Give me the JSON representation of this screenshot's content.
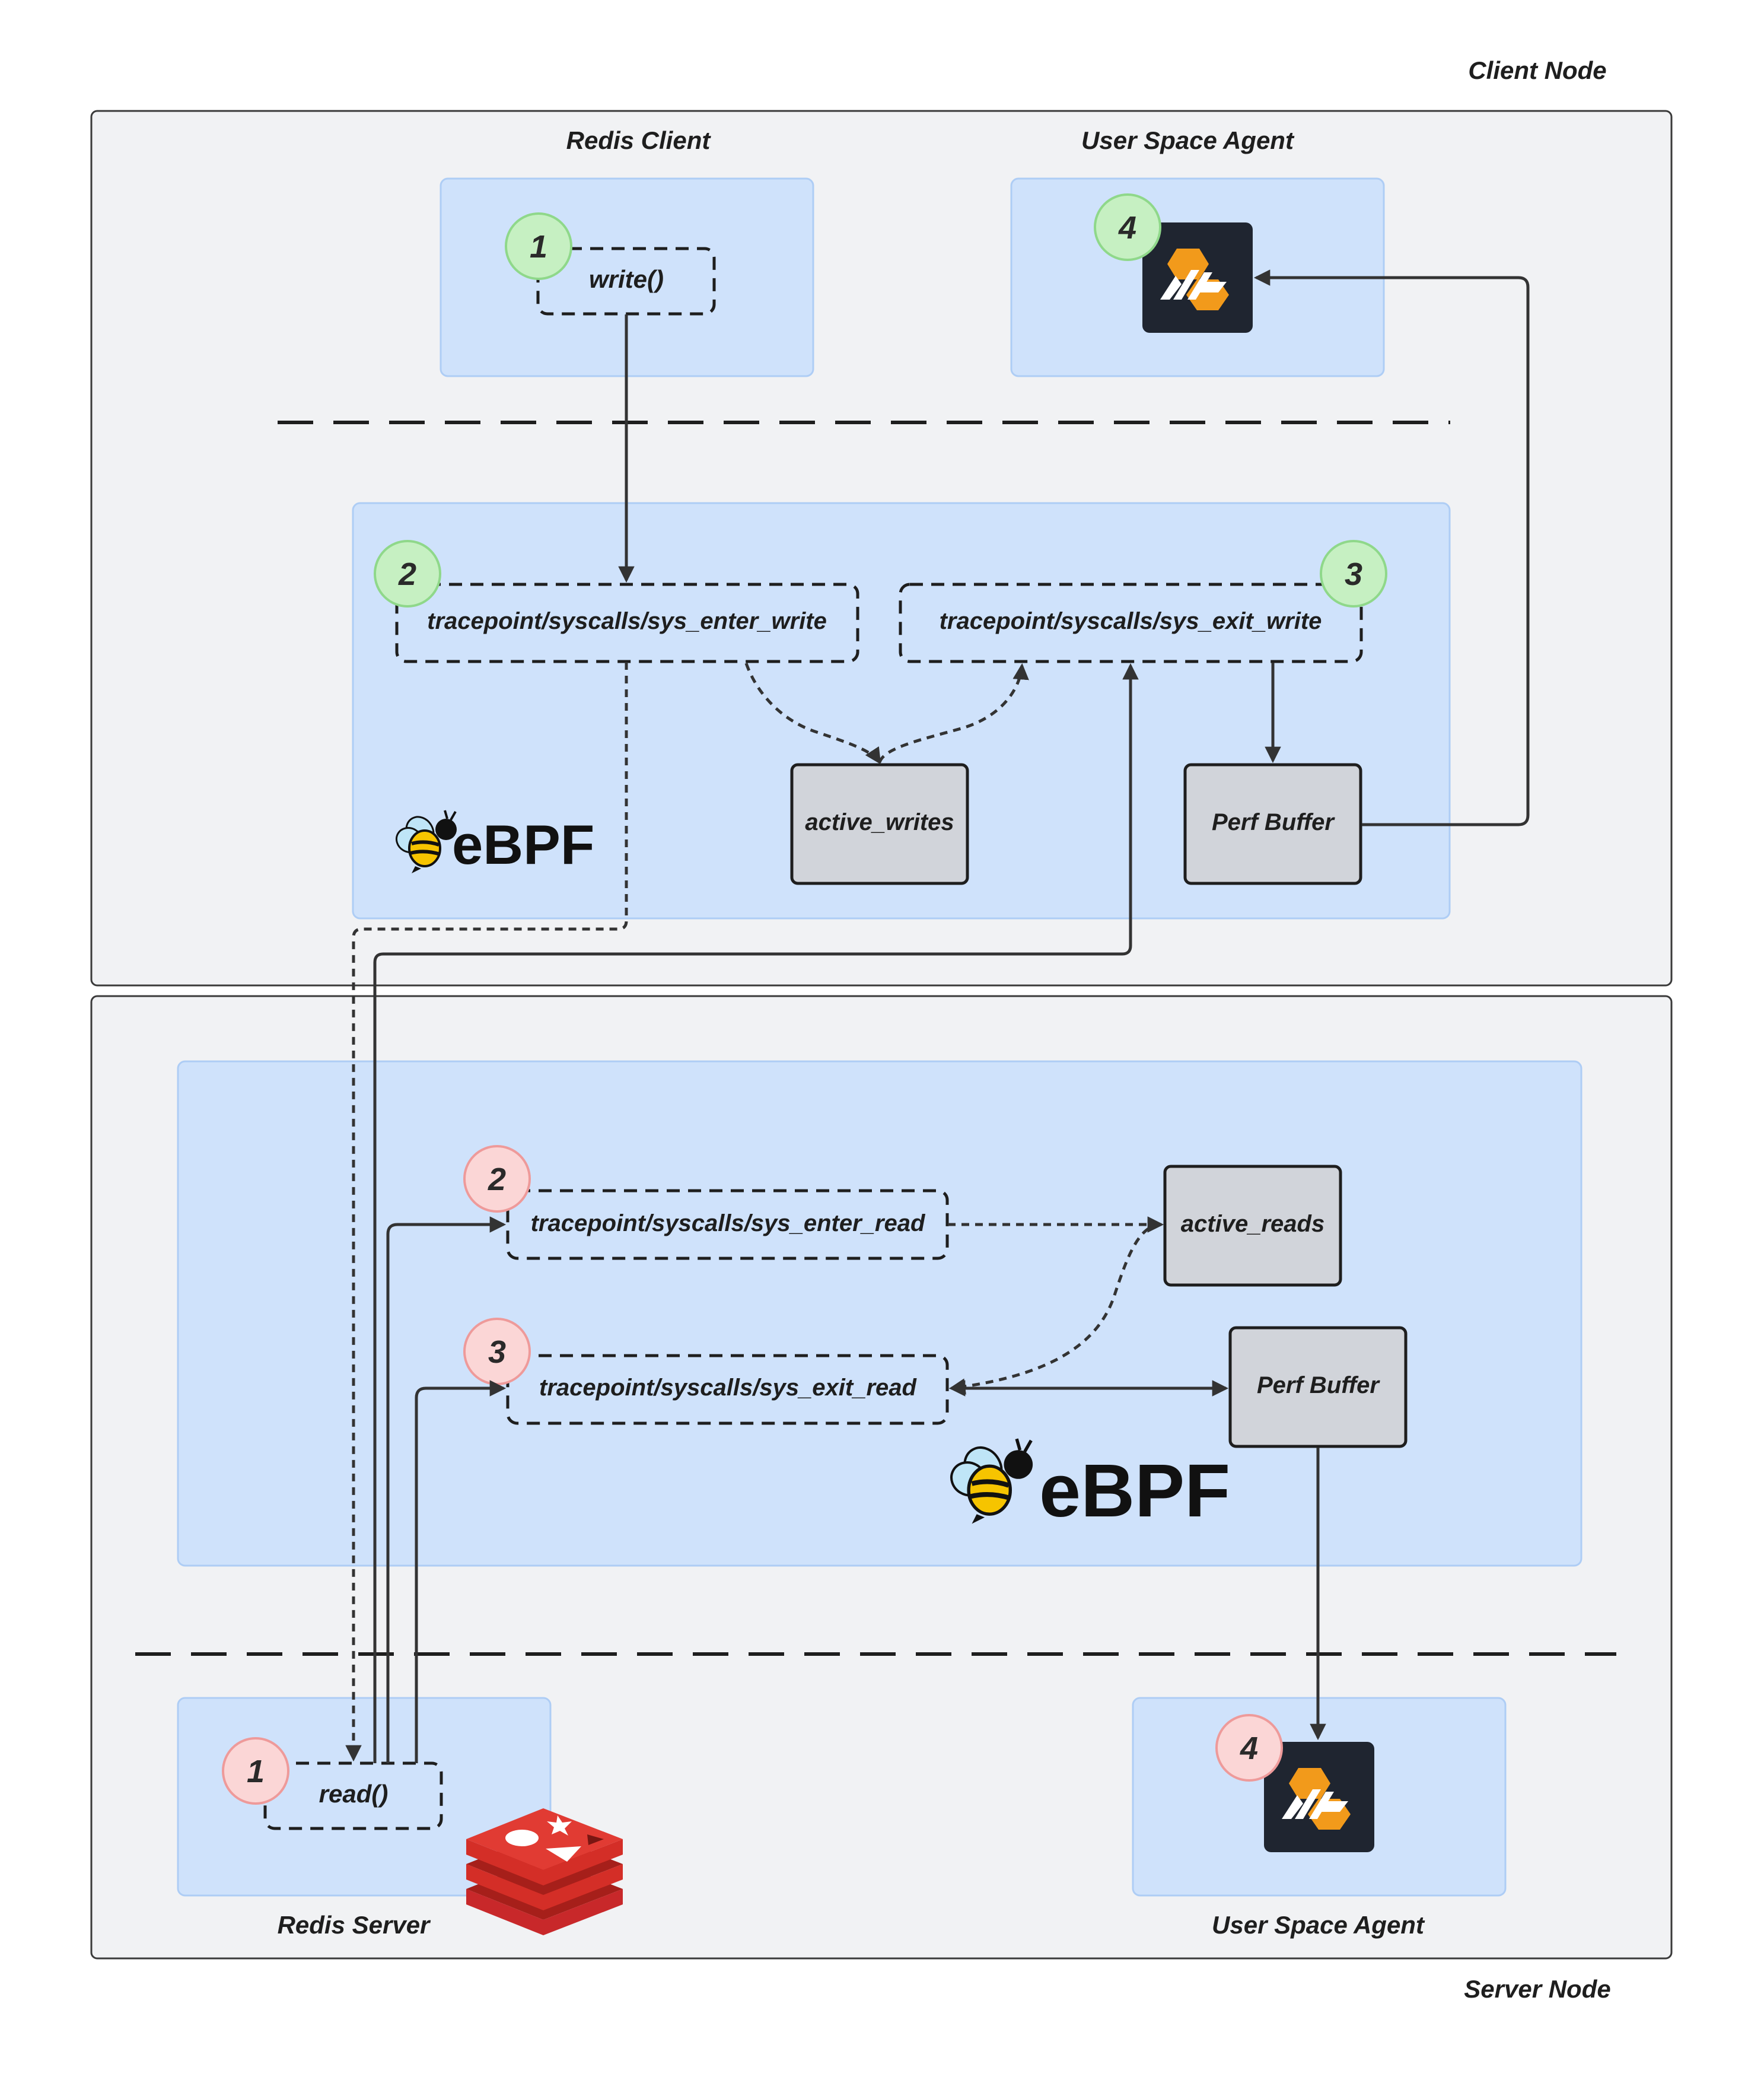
{
  "colors": {
    "node_frame": "#f1f2f4",
    "panel": "#cfe2fb",
    "store": "#d1d4da",
    "badge_green": "#c6f0c2",
    "badge_red": "#fbd6d6",
    "agent_orange": "#f29a1b",
    "redis_red": "#d42e27",
    "line": "#333333"
  },
  "client_node": {
    "label": "Client Node",
    "redis_client": {
      "title": "Redis Client",
      "call": "write()",
      "step": "1"
    },
    "agent": {
      "title": "User Space Agent",
      "step": "4",
      "icon": "agent-logo-icon"
    },
    "ebpf": {
      "logo_text": "eBPF",
      "icon": "bee-icon",
      "enter_probe": {
        "label": "tracepoint/syscalls/sys_enter_write",
        "step": "2"
      },
      "exit_probe": {
        "label": "tracepoint/syscalls/sys_exit_write",
        "step": "3"
      },
      "map": "active_writes",
      "buffer": "Perf Buffer"
    }
  },
  "server_node": {
    "label": "Server Node",
    "redis_server": {
      "title": "Redis Server",
      "call": "read()",
      "step": "1",
      "icon": "redis-logo-icon"
    },
    "agent": {
      "title": "User Space Agent",
      "step": "4",
      "icon": "agent-logo-icon"
    },
    "ebpf": {
      "logo_text": "eBPF",
      "icon": "bee-icon",
      "enter_probe": {
        "label": "tracepoint/syscalls/sys_enter_read",
        "step": "2"
      },
      "exit_probe": {
        "label": "tracepoint/syscalls/sys_exit_read",
        "step": "3"
      },
      "map": "active_reads",
      "buffer": "Perf Buffer"
    }
  }
}
